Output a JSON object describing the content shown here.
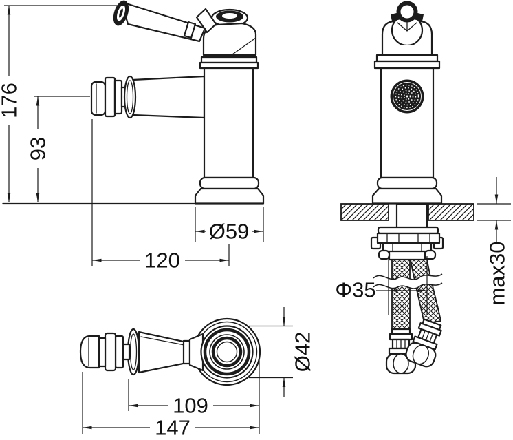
{
  "dims": {
    "height_total": "176",
    "height_spout": "93",
    "base_dia": "Ø59",
    "reach": "120",
    "hole_dia": "Φ35",
    "deck_max": "max30",
    "body_dia": "Ø42",
    "reach_top": "109",
    "length_total": "147"
  }
}
